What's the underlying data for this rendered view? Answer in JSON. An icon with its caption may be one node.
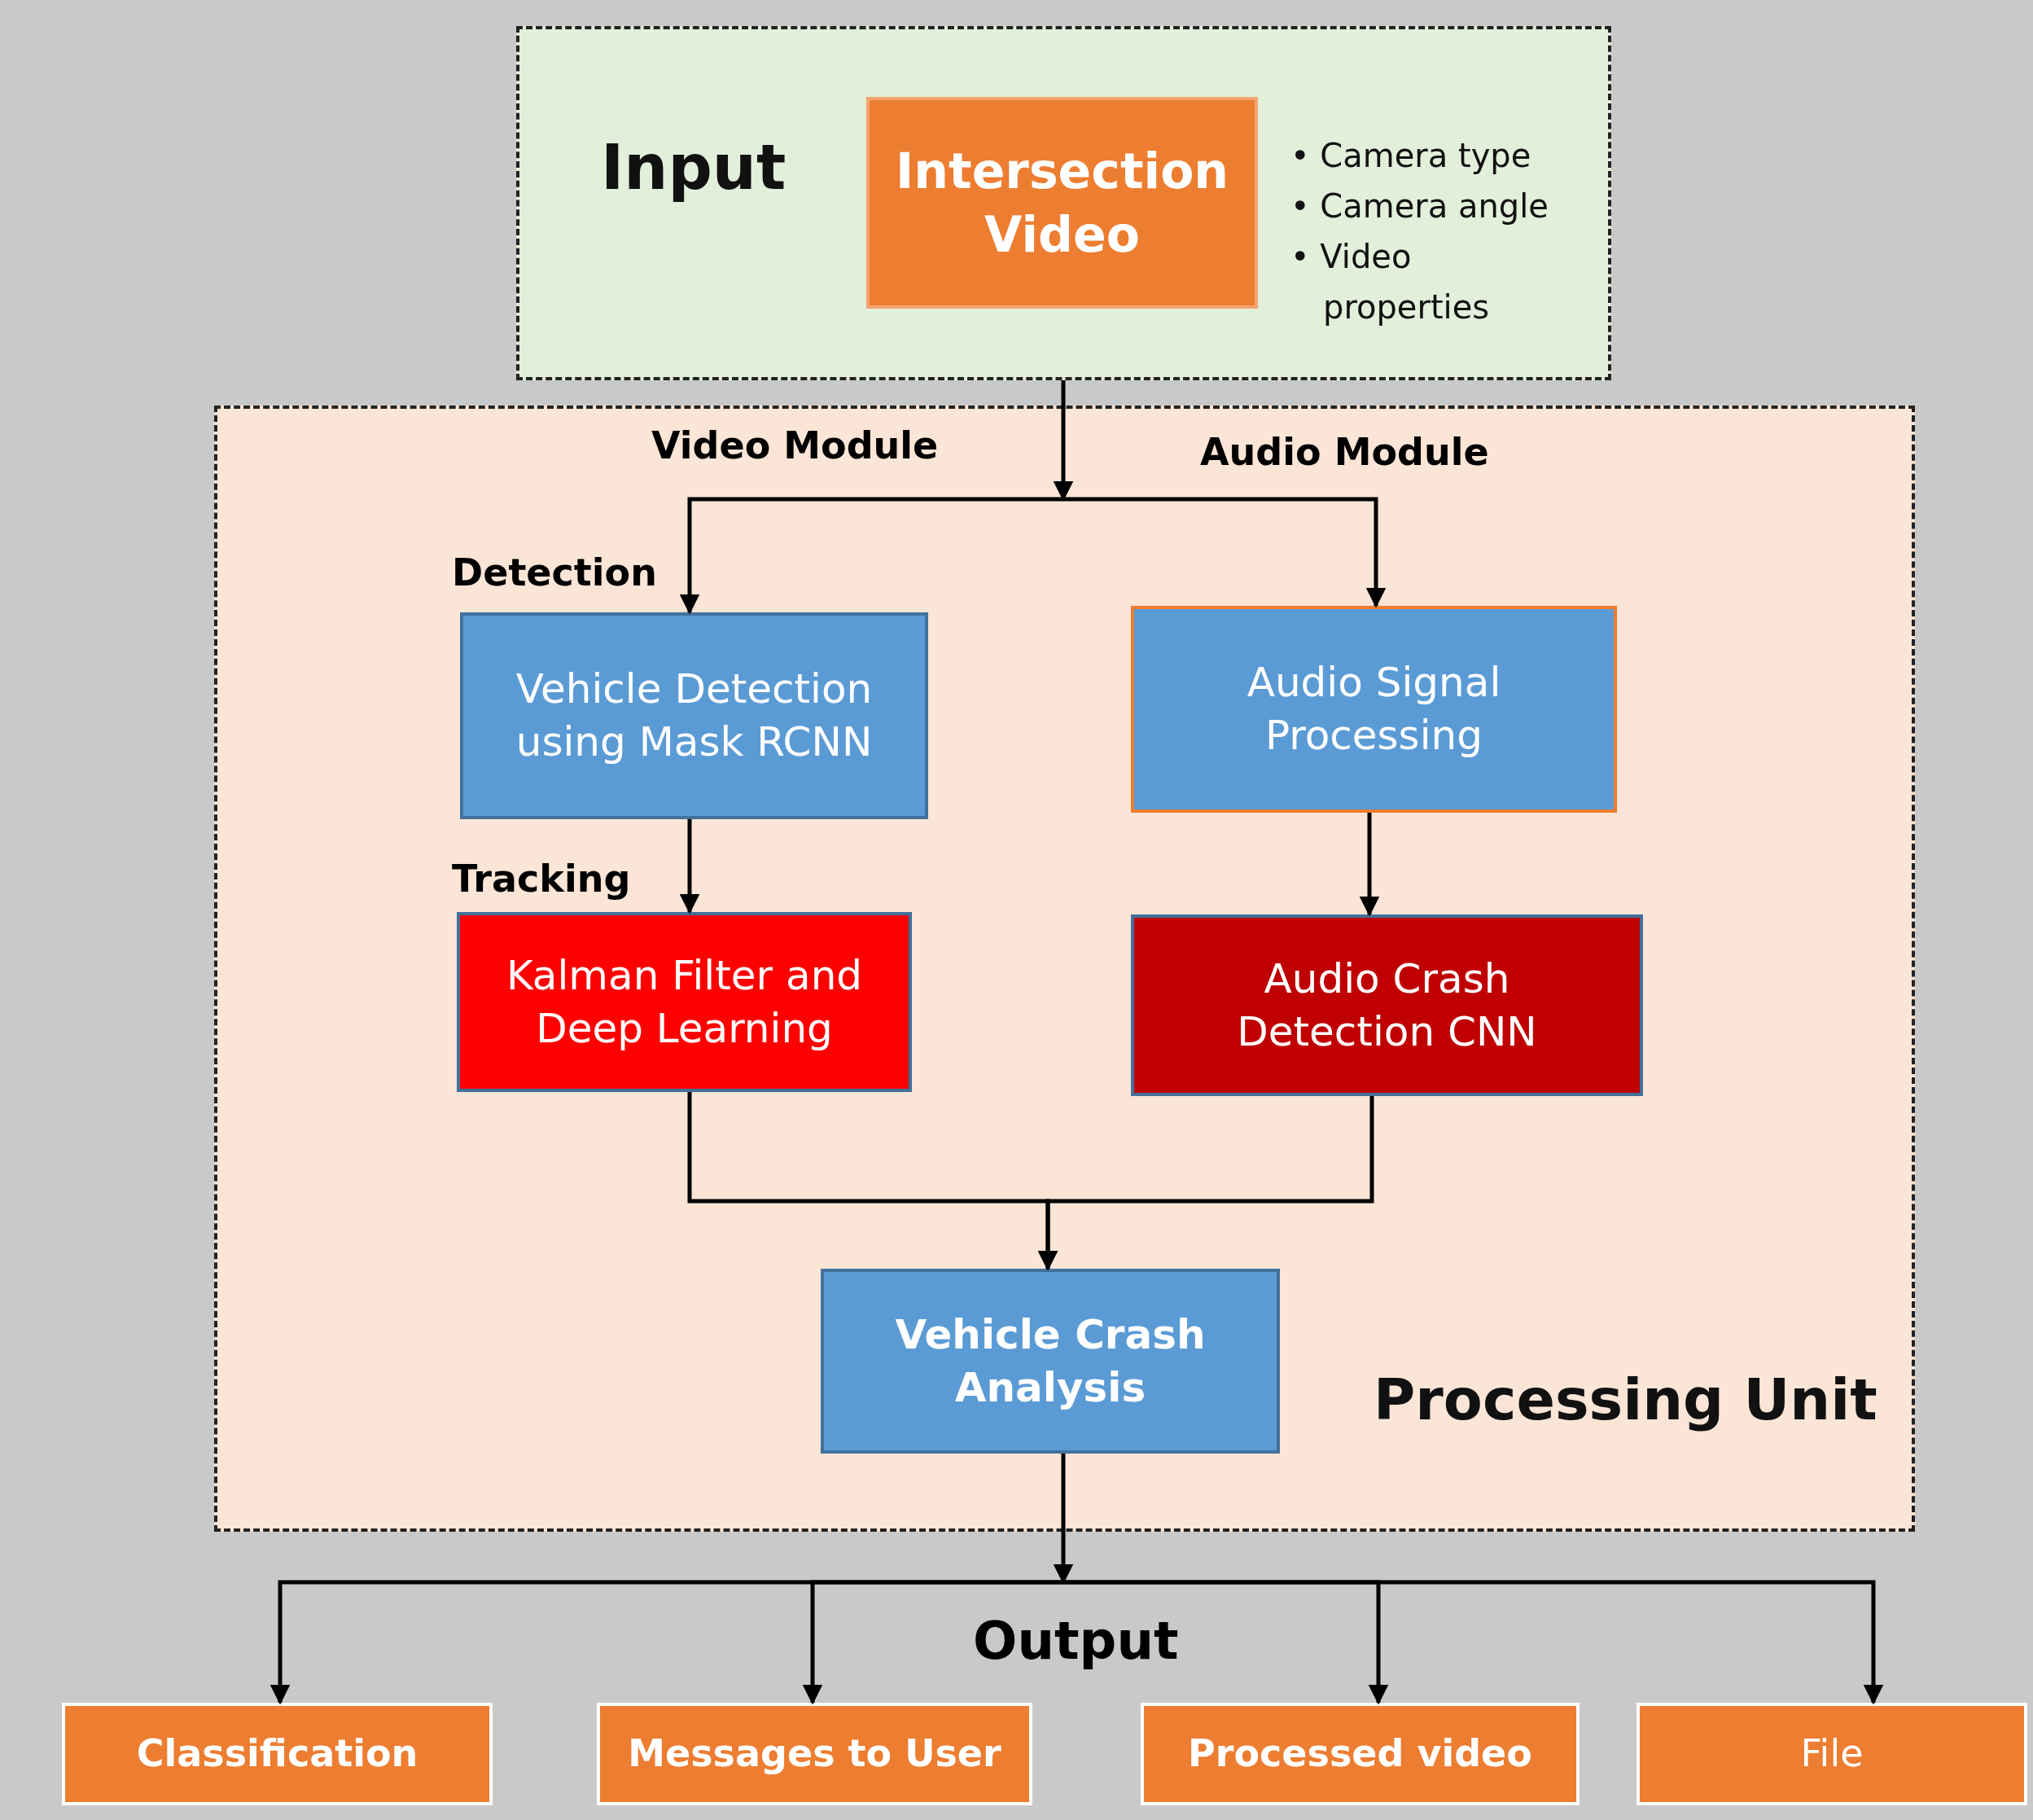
{
  "diagram": {
    "nodes": [
      {
        "text": [
          "Input"
        ]
      },
      {
        "text": [
          "Intersection Video"
        ],
        "in": 0
      },
      {
        "text": [
          "Processing Unit"
        ]
      },
      {
        "text": [
          "Vehicle Detection using Mask RCNN"
        ],
        "in": 2
      },
      {
        "text": [
          "Audio Signal Processing"
        ],
        "in": 2
      },
      {
        "text": [
          "Kalman Filter and Deep Learning"
        ],
        "in": 2
      },
      {
        "text": [
          "Audio Crash Detection CNN"
        ],
        "in": 2
      },
      {
        "text": [
          "Vehicle Crash Analysis"
        ],
        "in": 2
      },
      {
        "text": [
          "Classification"
        ]
      },
      {
        "text": [
          "Messages to User"
        ]
      },
      {
        "text": [
          "Processed video"
        ]
      },
      {
        "text": [
          "File"
        ]
      }
    ],
    "edges": [
      {
        "from": 0,
        "to": 3,
        "arrow": "to"
      },
      {
        "from": 0,
        "to": 4,
        "arrow": "to"
      },
      {
        "from": 3,
        "to": 5,
        "arrow": "to"
      },
      {
        "from": 4,
        "to": 6,
        "arrow": "to"
      },
      {
        "from": 5,
        "to": 7,
        "arrow": "to"
      },
      {
        "from": 6,
        "to": 7,
        "arrow": "to"
      },
      {
        "from": 7,
        "to": 8,
        "arrow": "to"
      },
      {
        "from": 7,
        "to": 9,
        "arrow": "to"
      },
      {
        "from": 7,
        "to": 10,
        "arrow": "to"
      },
      {
        "from": 7,
        "to": 11,
        "arrow": "to"
      }
    ],
    "labels": [
      "• Camera type",
      "• Camera angle",
      "• Video properties",
      "Video Module",
      "Audio Module",
      "Detection",
      "Tracking",
      "Output"
    ]
  }
}
